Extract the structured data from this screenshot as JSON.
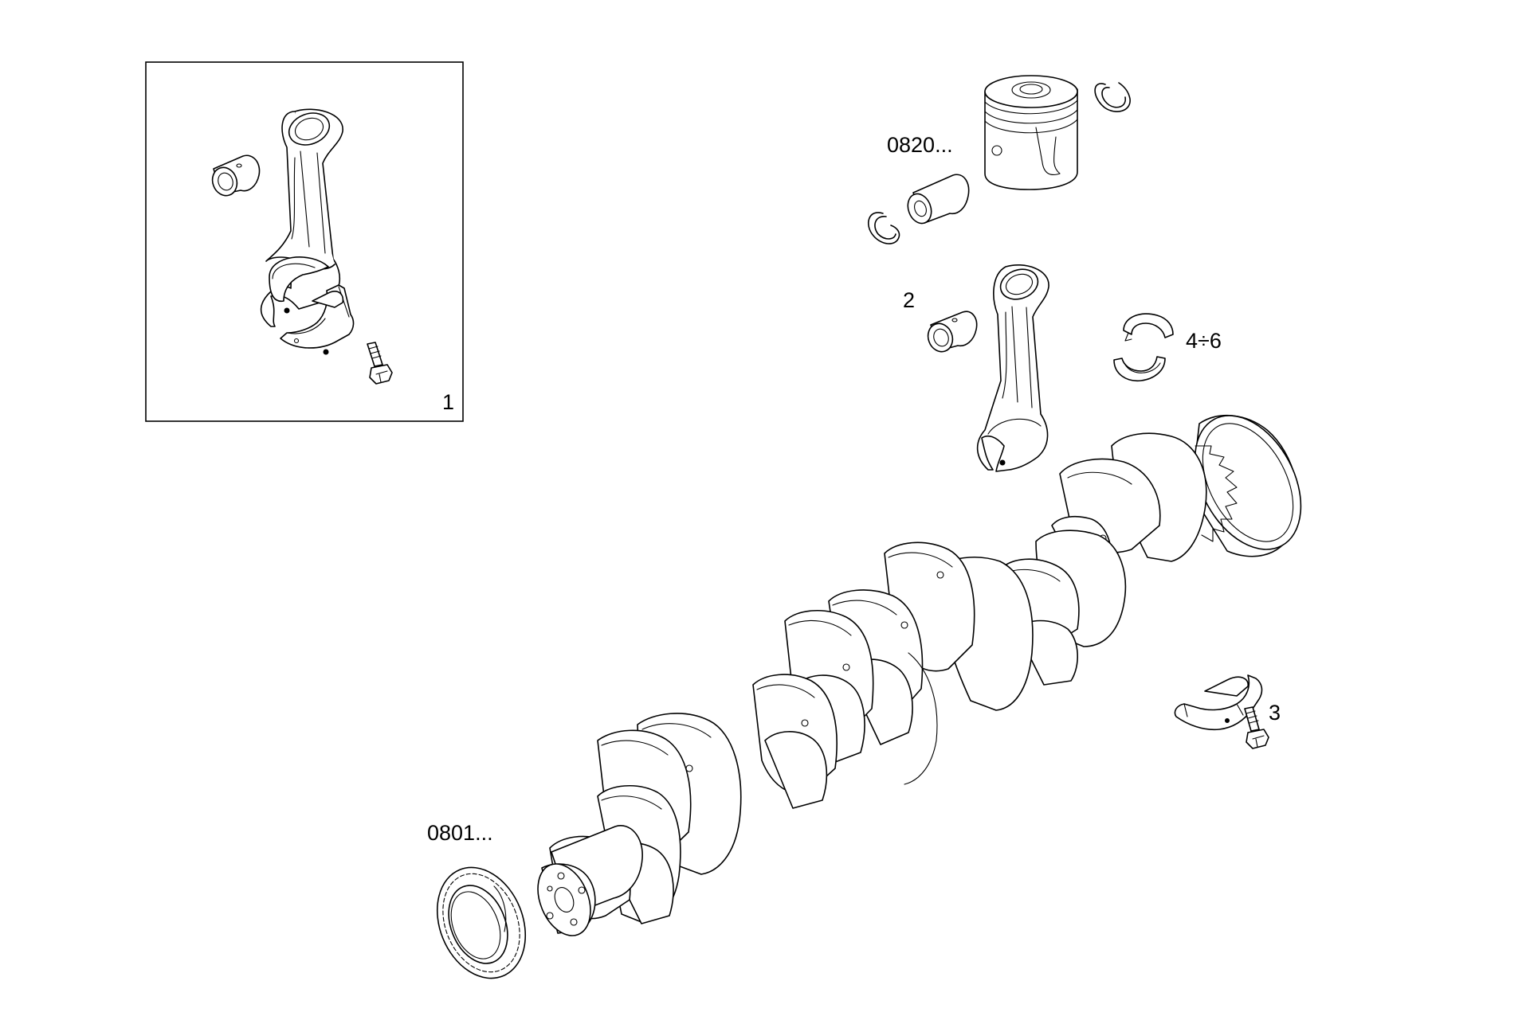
{
  "callouts": {
    "conrod_assembly": "1",
    "small_end_bushing": "2",
    "cap_screw": "3",
    "bearing_shells": "4÷6",
    "piston_group_ref": "0820...",
    "crankshaft_group_ref": "0801..."
  }
}
